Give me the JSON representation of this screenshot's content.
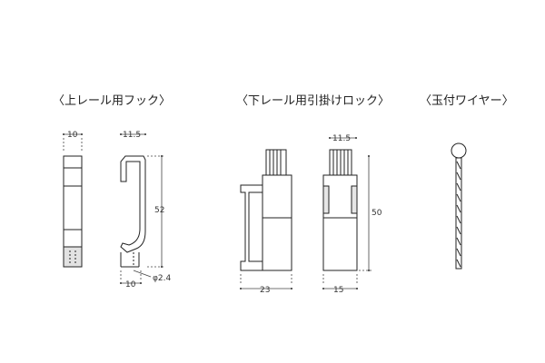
{
  "titles": {
    "upper_hook": "〈上レール用フック〉",
    "lower_lock": "〈下レール用引掛けロック〉",
    "ball_wire": "〈玉付ワイヤー〉"
  },
  "dimensions": {
    "hook_front_width": "10",
    "hook_side_width": "11.5",
    "hook_height": "52",
    "hook_bottom_width": "10",
    "hook_hole": "φ2.4",
    "lock_side_width": "23",
    "lock_front_top_width": "11.5",
    "lock_front_width": "15",
    "lock_height": "50"
  },
  "colors": {
    "line": "#222222",
    "dim": "#444444",
    "fill": "#ffffff",
    "shade": "#dddddd"
  }
}
